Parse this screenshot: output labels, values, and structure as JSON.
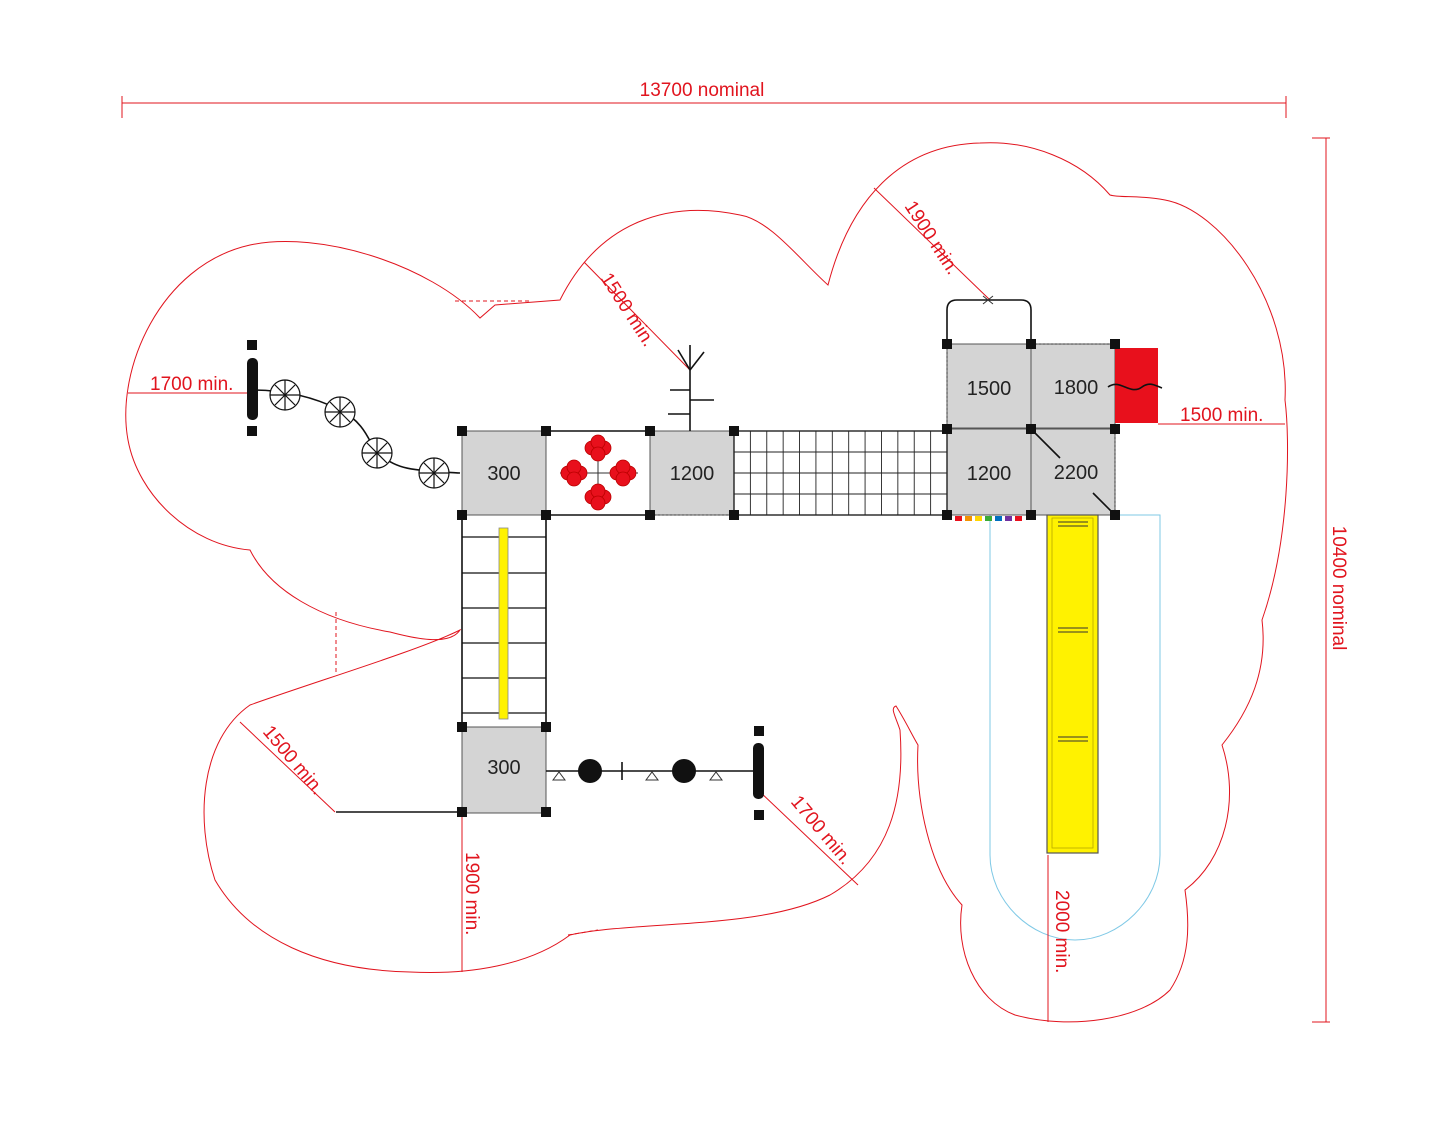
{
  "colors": {
    "dimension": "#e1141e",
    "deck": "#d4d4d4",
    "slide": "#fff200",
    "accent_red": "#e8101c",
    "slide_zone": "#7fc9e6"
  },
  "dimensions": {
    "width_total": "13700 nominal",
    "height_total": "10400 nominal",
    "left_clearance": "1700 min.",
    "top_mid_clearance": "1500 min.",
    "top_right_clearance": "1900 min.",
    "right_clearance": "1500 min.",
    "bottom_left_clearance": "1500 min.",
    "bottom_mid_clearance": "1900 min.",
    "bottom_right_clearance": "1700 min.",
    "slide_clearance": "2000 min."
  },
  "decks": {
    "deck_300_top": "300",
    "deck_1200_left": "1200",
    "deck_1200_right": "1200",
    "deck_1500": "1500",
    "deck_1800": "1800",
    "deck_2200": "2200",
    "deck_300_bottom": "300"
  }
}
